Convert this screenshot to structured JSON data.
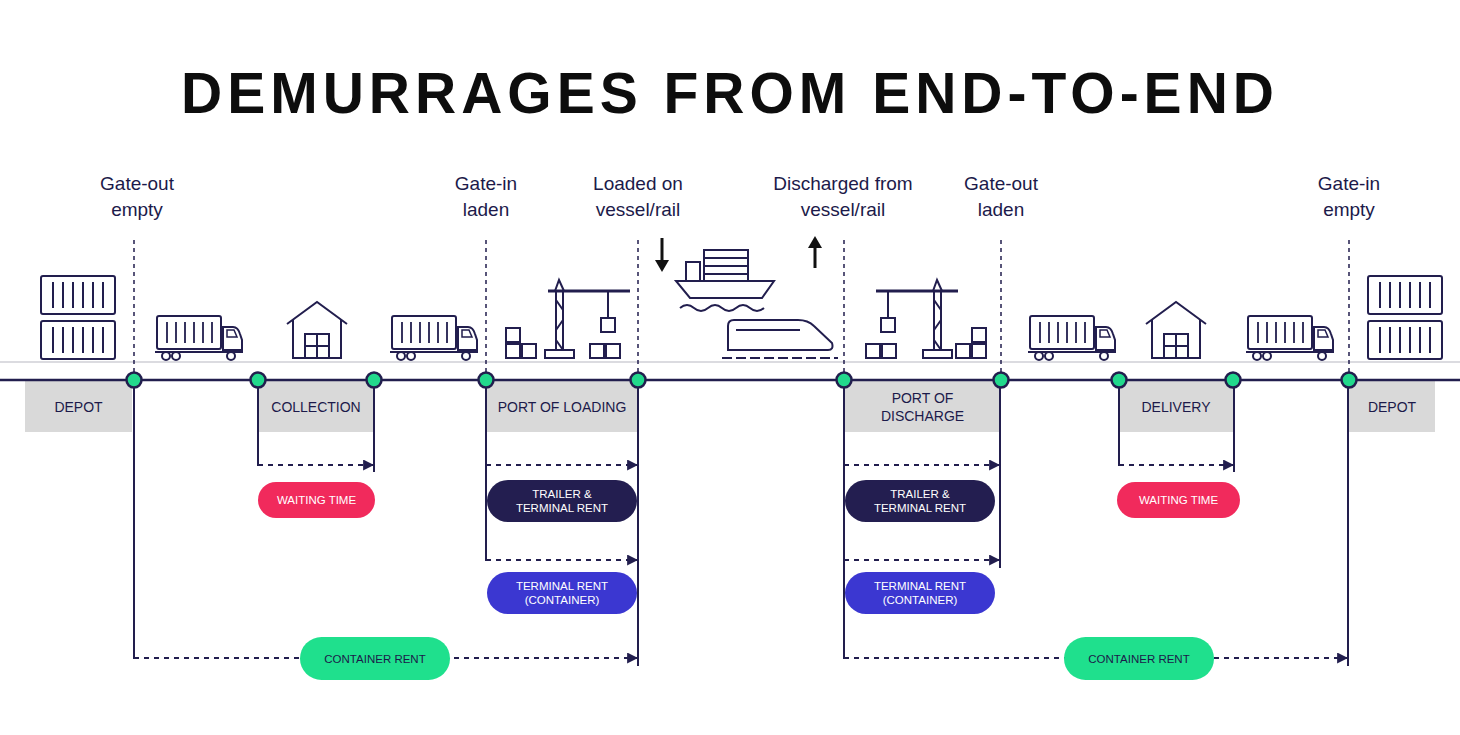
{
  "diagram": {
    "title": "DEMURRAGES FROM END-TO-END",
    "nodes": [
      {
        "text": [
          "DEPOT"
        ]
      },
      {
        "text": [
          "COLLECTION"
        ]
      },
      {
        "text": [
          "WAITING TIME"
        ]
      },
      {
        "text": [
          "PORT OF LOADING"
        ]
      },
      {
        "text": [
          "TRAILER & TERMINAL RENT"
        ]
      },
      {
        "text": [
          "TERMINAL RENT (CONTAINER)"
        ]
      },
      {
        "text": [
          "CONTAINER RENT"
        ]
      },
      {
        "text": [
          "PORT OF DISCHARGE"
        ]
      },
      {
        "text": [
          "TRAILER & TERMINAL RENT"
        ]
      },
      {
        "text": [
          "TERMINAL RENT (CONTAINER)"
        ]
      },
      {
        "text": [
          "DELIVERY"
        ]
      },
      {
        "text": [
          "WAITING TIME"
        ]
      },
      {
        "text": [
          "CONTAINER RENT"
        ]
      },
      {
        "text": [
          "DEPOT"
        ]
      }
    ],
    "labels": [
      "Gate-out empty",
      "Gate-in laden",
      "Loaded on vessel/rail",
      "Discharged from vessel/rail",
      "Gate-out laden",
      "Gate-in empty"
    ]
  }
}
